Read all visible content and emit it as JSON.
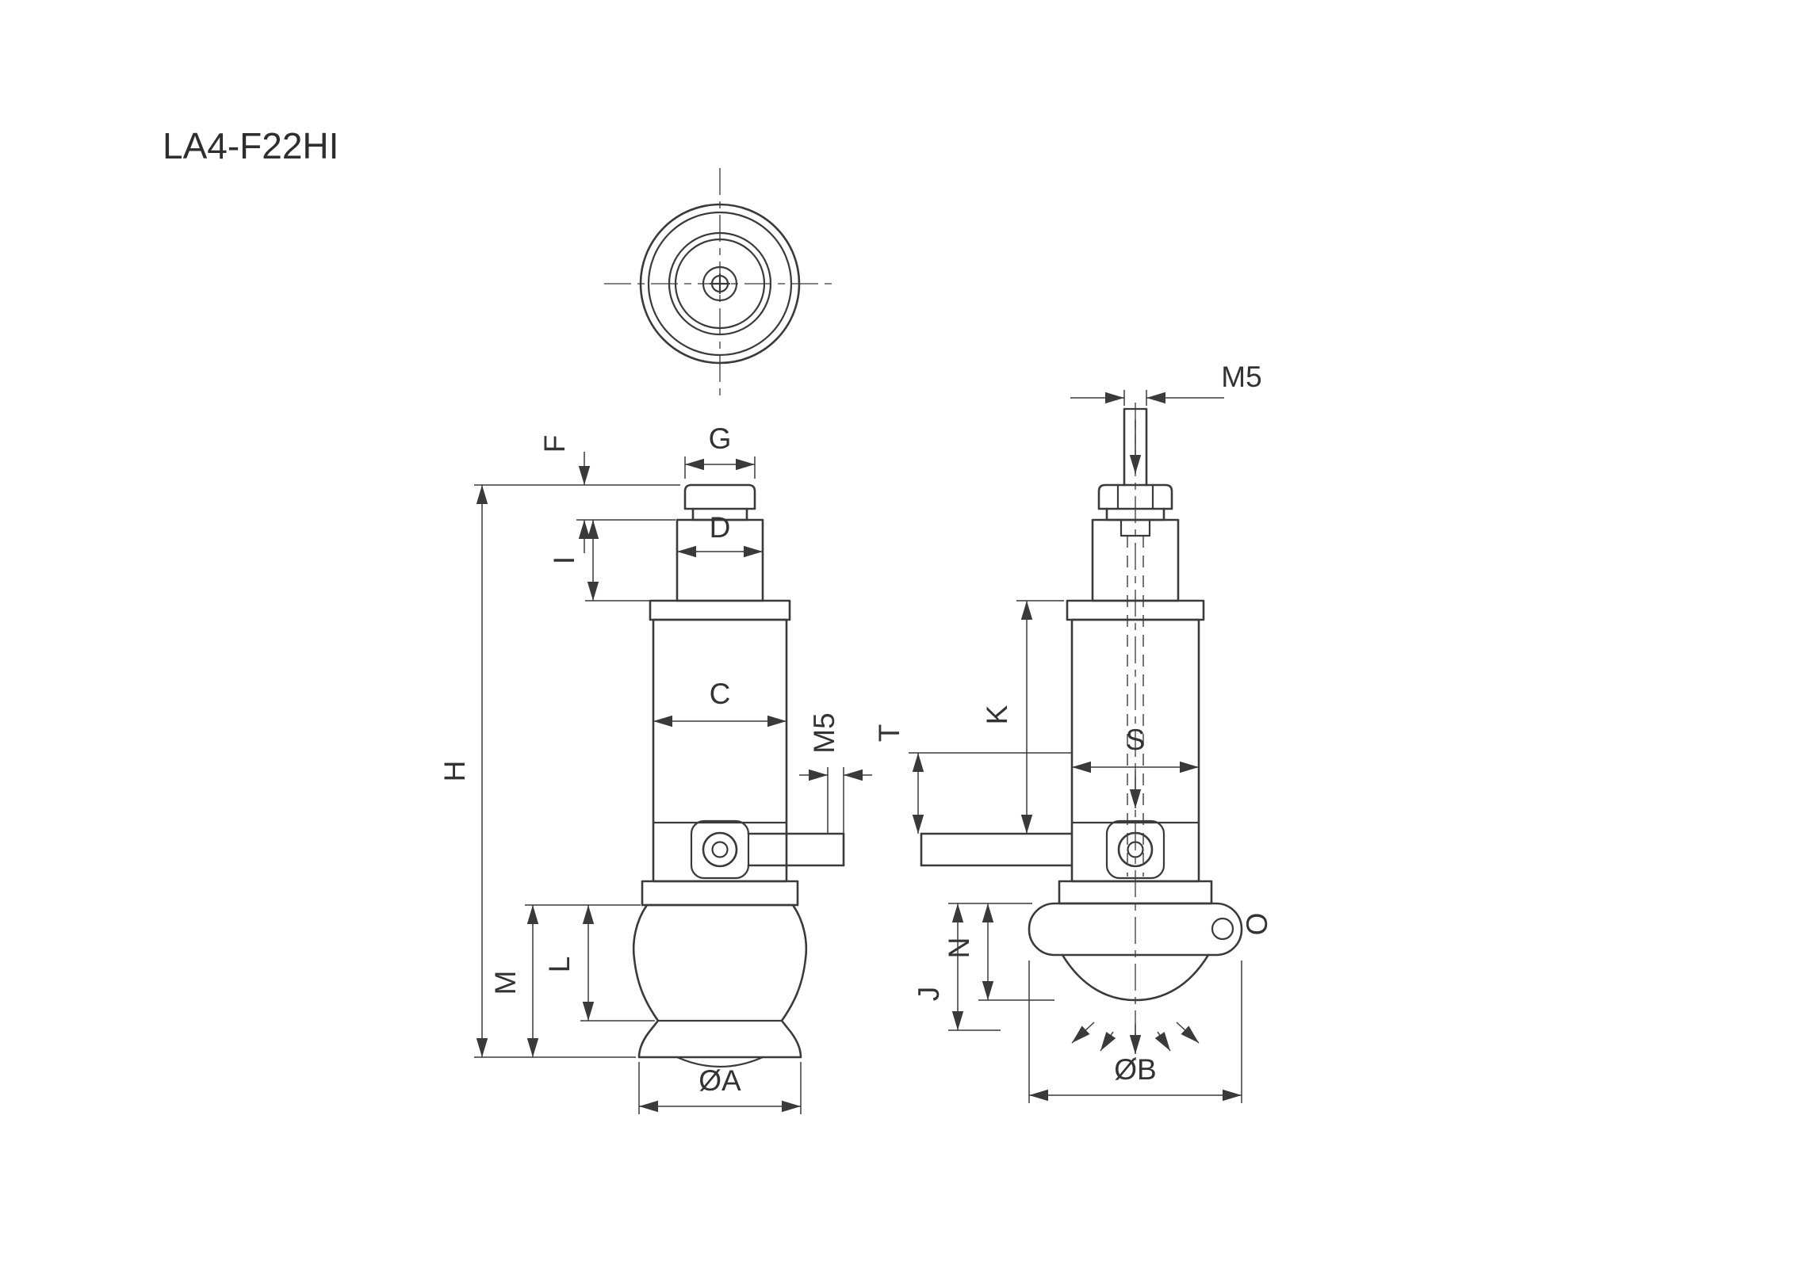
{
  "title": "LA4-F22HI",
  "colors": {
    "line": "#3a3a3a",
    "background": "#ffffff"
  },
  "front_view": {
    "dim_f": "F",
    "dim_g": "G",
    "dim_i": "I",
    "dim_d": "D",
    "dim_c": "C",
    "dim_h": "H",
    "dim_m5": "M5",
    "dim_m": "M",
    "dim_l": "L",
    "dim_dia_a": "ØA"
  },
  "side_view": {
    "dim_m5": "M5",
    "dim_k": "K",
    "dim_t": "T",
    "dim_s": "S",
    "dim_n": "N",
    "dim_j": "J",
    "dim_o": "O",
    "dim_dia_b": "ØB"
  }
}
